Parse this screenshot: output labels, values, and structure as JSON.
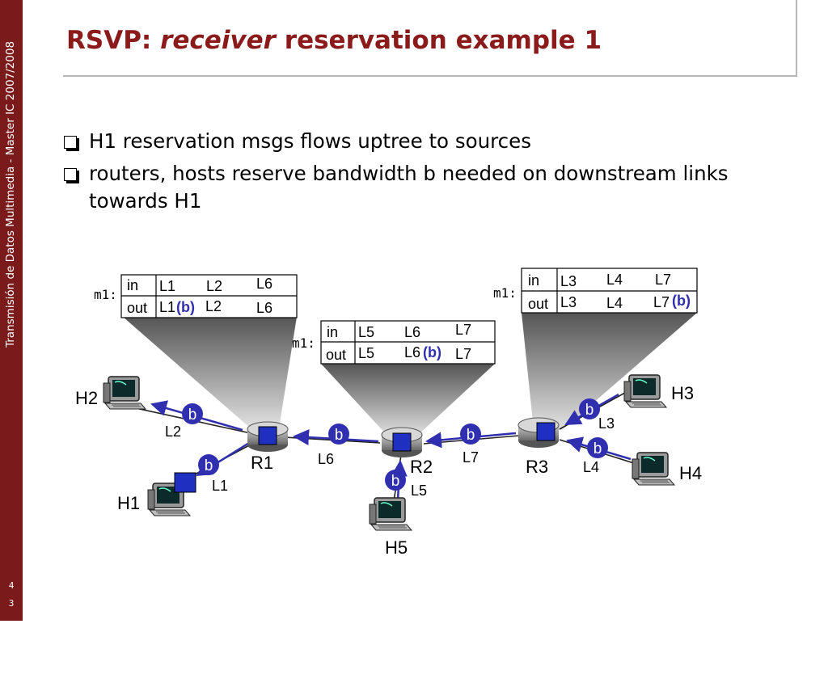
{
  "sidebar": {
    "course": "Transmisión de Datos Multimedia - Master IC 2007/2008",
    "page_digits": [
      "4",
      "3"
    ]
  },
  "title": {
    "prefix": "RSVP: ",
    "emphasis": "receiver",
    "suffix": " reservation example 1"
  },
  "bullets": [
    "H1 reservation msgs flows uptree to sources",
    "routers, hosts reserve bandwidth b needed on downstream links towards H1"
  ],
  "tables": {
    "r1": {
      "label": "m1:",
      "in": [
        "in",
        "L1",
        "L2",
        "L6"
      ],
      "out": [
        "out",
        "L1",
        "(b)",
        "L2",
        "L6"
      ]
    },
    "r2": {
      "label": "m1:",
      "in": [
        "in",
        "L5",
        "L6",
        "L7"
      ],
      "out": [
        "out",
        "L5",
        "L6",
        "(b)",
        "L7"
      ]
    },
    "r3": {
      "label": "m1:",
      "in": [
        "in",
        "L3",
        "L4",
        "L7"
      ],
      "out": [
        "out",
        "L3",
        "L4",
        "L7",
        "(b)"
      ]
    }
  },
  "nodes": {
    "hosts": [
      "H1",
      "H2",
      "H3",
      "H4",
      "H5"
    ],
    "routers": [
      "R1",
      "R2",
      "R3"
    ]
  },
  "links": [
    "L1",
    "L2",
    "L3",
    "L4",
    "L5",
    "L6",
    "L7"
  ],
  "bandwidth_label": "b",
  "colors": {
    "sidebar": "#7a1a1a",
    "title": "#8b1a1a",
    "reservation": "#2f2fb0",
    "router_square": "#1f2fc0",
    "funnel": "#7a7a7a"
  }
}
